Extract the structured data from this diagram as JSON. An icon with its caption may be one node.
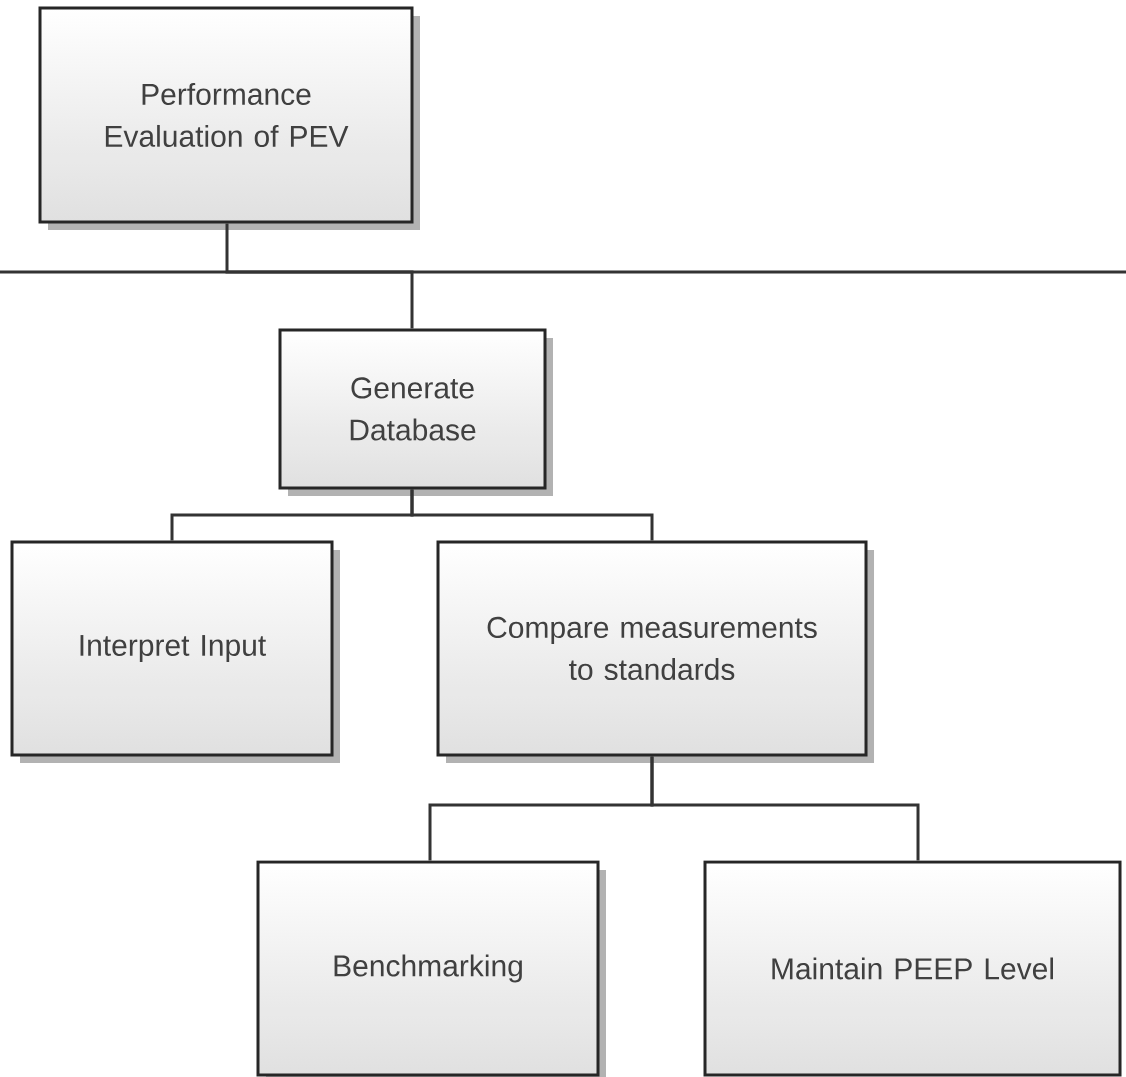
{
  "diagram": {
    "nodes": [
      {
        "text": [
          "Performance Evaluation of PEV"
        ]
      },
      {
        "text": [
          "Generate Database"
        ]
      },
      {
        "text": [
          "Interpret Input"
        ]
      },
      {
        "text": [
          "Compare measurements to standards"
        ]
      },
      {
        "text": [
          "Benchmarking"
        ]
      },
      {
        "text": [
          "Maintain PEEP Level"
        ]
      }
    ],
    "edges": [
      {
        "from": 0,
        "to": 1,
        "arrow": "none"
      },
      {
        "from": 1,
        "to": 2,
        "arrow": "none"
      },
      {
        "from": 1,
        "to": 3,
        "arrow": "none"
      },
      {
        "from": 3,
        "to": 4,
        "arrow": "none"
      },
      {
        "from": 3,
        "to": 5,
        "arrow": "none"
      }
    ]
  }
}
